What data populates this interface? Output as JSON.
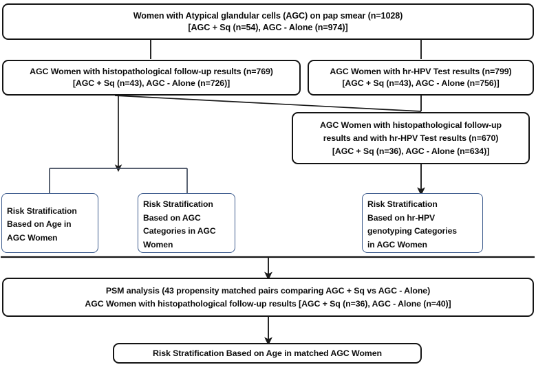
{
  "diagram": {
    "type": "flowchart",
    "title": "AGC study population flow diagram",
    "colors": {
      "box_border_black": "#141414",
      "box_border_blue": "#3b5a8c",
      "connector": "#1a1a1a",
      "text": "#0d0d0d",
      "background": "#ffffff"
    },
    "nodes": [
      {
        "id": "top",
        "label": "Women with Atypical glandular cells (AGC) on pap smear (n=1028)\n[AGC + Sq (n=54), AGC - Alone (n=974)]",
        "line1": "Women with Atypical glandular cells (AGC) on pap smear (n=1028)",
        "line2": "[AGC + Sq (n=54), AGC - Alone (n=974)]",
        "style": "black",
        "n_total": 1028,
        "n_agc_plus_sq": 54,
        "n_agc_alone": 974
      },
      {
        "id": "histo",
        "label": "AGC Women with histopathological follow-up results (n=769)\n[AGC + Sq (n=43), AGC - Alone (n=726)]",
        "line1": "AGC Women with histopathological follow-up results (n=769)",
        "line2": "[AGC + Sq (n=43), AGC - Alone (n=726)]",
        "style": "black",
        "n_total": 769,
        "n_agc_plus_sq": 43,
        "n_agc_alone": 726
      },
      {
        "id": "hpv",
        "label": "AGC Women with hr-HPV Test results (n=799)\n[AGC + Sq (n=43), AGC - Alone (n=756)]",
        "line1": "AGC Women with hr-HPV Test results (n=799)",
        "line2": "[AGC + Sq (n=43), AGC - Alone (n=756)]",
        "style": "black",
        "n_total": 799,
        "n_agc_plus_sq": 43,
        "n_agc_alone": 756
      },
      {
        "id": "both",
        "label": "AGC Women with histopathological follow-up\nresults and with hr-HPV Test results (n=670)\n[AGC + Sq (n=36), AGC - Alone (n=634)]",
        "line1": "AGC Women with histopathological follow-up",
        "line2": "results and with hr-HPV Test results (n=670)",
        "line3": "[AGC + Sq (n=36), AGC - Alone (n=634)]",
        "style": "black",
        "n_total": 670,
        "n_agc_plus_sq": 36,
        "n_agc_alone": 634
      },
      {
        "id": "age",
        "label": "Risk Stratification\nBased on Age in\nAGC Women",
        "style": "blue"
      },
      {
        "id": "cat",
        "label": "Risk Stratification\nBased on AGC\nCategories in  AGC\nWomen",
        "style": "blue"
      },
      {
        "id": "hpvcat",
        "label": "Risk Stratification\nBased on hr-HPV\ngenotyping Categories\nin  AGC Women",
        "style": "blue"
      },
      {
        "id": "psm",
        "label": "PSM analysis (43 propensity matched pairs comparing AGC + Sq vs AGC - Alone)\nAGC Women with histopathological follow-up results [AGC + Sq (n=36), AGC - Alone (n=40)]",
        "line1": "PSM analysis (43 propensity matched pairs comparing AGC + Sq vs AGC - Alone)",
        "line2": "AGC Women with histopathological follow-up results [AGC + Sq (n=36), AGC - Alone (n=40)]",
        "style": "black",
        "n_matched_pairs": 43,
        "n_agc_plus_sq": 36,
        "n_agc_alone": 40
      },
      {
        "id": "matched",
        "label": "Risk Stratification Based on Age in matched AGC Women",
        "style": "black"
      }
    ],
    "edges": [
      {
        "from": "top",
        "to": "histo",
        "kind": "vertical-split-left"
      },
      {
        "from": "top",
        "to": "hpv",
        "kind": "vertical-split-right"
      },
      {
        "from": "hpv",
        "to": "both",
        "kind": "vertical-arrow"
      },
      {
        "from": "histo",
        "to": "both",
        "kind": "diagonal"
      },
      {
        "from": "histo",
        "to": "age",
        "kind": "bracket-split-left"
      },
      {
        "from": "histo",
        "to": "cat",
        "kind": "bracket-split-right"
      },
      {
        "from": "both",
        "to": "hpvcat",
        "kind": "vertical-arrow"
      },
      {
        "from": "row3",
        "to": "psm",
        "kind": "rule-then-arrow"
      },
      {
        "from": "psm",
        "to": "matched",
        "kind": "vertical-arrow"
      }
    ]
  }
}
